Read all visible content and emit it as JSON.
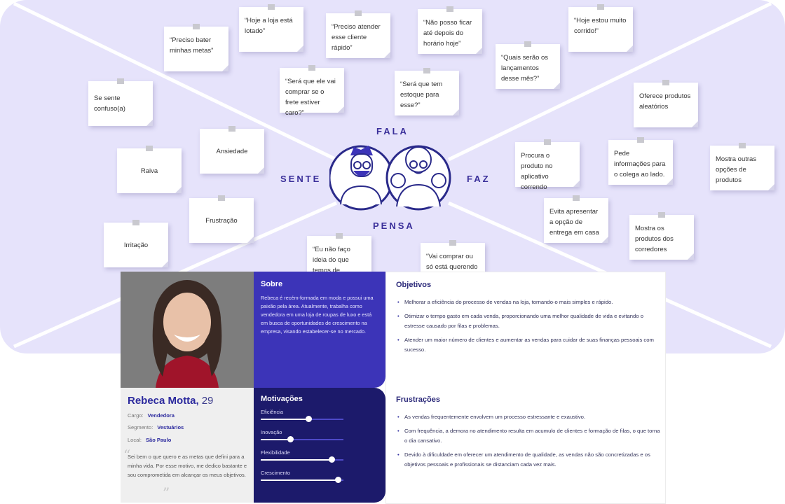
{
  "map": {
    "labels": {
      "says": "FALA",
      "feels": "SENTE",
      "does": "FAZ",
      "thinks": "PENSA"
    },
    "notes": {
      "fala": [
        "“Preciso bater minhas metas”",
        "“Hoje a loja está lotado”",
        "“Preciso atender esse cliente rápido”",
        "“Não posso ficar até depois do horário hoje”",
        "“Quais serão os lançamentos desse mês?”",
        "“Hoje estou muito corrido!”",
        "“Será que ele vai comprar se o frete estiver caro?”",
        "“Será que tem estoque para esse?”"
      ],
      "sente": [
        "Se sente confuso(a)",
        "Ansiedade",
        "Raiva",
        "Frustração",
        "Irritação"
      ],
      "faz": [
        "Oferece produtos aleatórios",
        "Procura o produto no aplicativo correndo",
        "Pede informações para o colega ao lado.",
        "Mostra outras opções de produtos",
        "Evita apresentar a opção de entrega em casa",
        "Mostra os produtos dos corredores"
      ],
      "pensa": [
        "“Eu não faço ideia do que temos de novidade”",
        "“Vai comprar ou só está querendo"
      ]
    }
  },
  "persona": {
    "name": "Rebeca Motta,",
    "age": "29",
    "cargo_label": "Cargo:",
    "cargo": "Vendedora",
    "segmento_label": "Segmento:",
    "segmento": "Vestuários",
    "local_label": "Local:",
    "local": "São Paulo",
    "quote": "Sei bem o que quero e as metas que defini para a minha vida. Por esse motivo, me dedico bastante e sou comprometida em alcançar os meus objetivos.",
    "sobre_title": "Sobre",
    "sobre_text": "Rebeca é recém-formada em moda e possui uma paixão pela área. Atualmente, trabalha como vendedora em uma loja de roupas de luxo e está em busca de oportunidades de crescimento na empresa, visando estabelecer-se no mercado.",
    "motivacoes_title": "Motivações",
    "motivacoes": [
      {
        "label": "Eficiência",
        "value": 0.58
      },
      {
        "label": "Inovação",
        "value": 0.36
      },
      {
        "label": "Flexibilidade",
        "value": 0.86
      },
      {
        "label": "Crescimento",
        "value": 0.93
      }
    ],
    "objetivos_title": "Objetivos",
    "objetivos": [
      "Melhorar a eficiência do processo de vendas na loja, tornando-o mais simples e rápido.",
      "Otimizar o tempo gasto em cada venda, proporcionando uma melhor qualidade de vida e evitando o estresse causado por filas e problemas.",
      "Atender um maior número de clientes e aumentar as vendas para cuidar de suas finanças pessoais com sucesso."
    ],
    "frustracoes_title": "Frustrações",
    "frustracoes": [
      "As vendas frequentemente envolvem um processo estressante e exaustivo.",
      "Com frequência, a demora no atendimento resulta em acumulo de clientes e formação de filas, o que torna o dia cansativo.",
      "Devido à dificuldade em oferecer um atendimento de qualidade, as vendas não são concretizadas e os objetivos pessoais e profissionais se distanciam cada vez mais."
    ]
  },
  "colors": {
    "board": "#e6e3fb",
    "primary": "#3c34b8",
    "dark": "#1c1a6b",
    "accent": "#2c2a9e"
  }
}
